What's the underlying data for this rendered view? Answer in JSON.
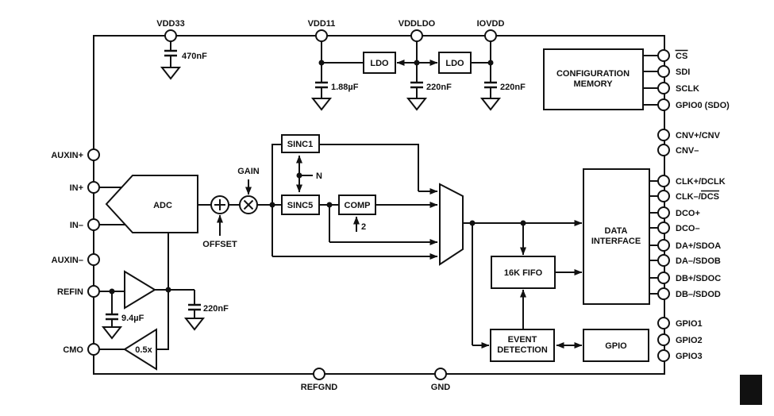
{
  "diagram": {
    "type": "functional-block-diagram",
    "description": "ADC signal chain block diagram with power, filters, FIFO and data interface"
  },
  "colors": {
    "ink": "#111111",
    "background": "#ffffff"
  },
  "pins": {
    "top": [
      "VDD33",
      "VDD11",
      "VDDLDO",
      "IOVDD"
    ],
    "left": [
      "AUXIN+",
      "IN+",
      "IN–",
      "AUXIN–",
      "REFIN",
      "CMO"
    ],
    "bottom": [
      "REFGND",
      "GND"
    ],
    "right": [
      {
        "label": "",
        "overline": "CS"
      },
      {
        "label": "SDI",
        "overline": ""
      },
      {
        "label": "SCLK",
        "overline": ""
      },
      {
        "label": "GPIO0 (SDO)",
        "overline": ""
      },
      {
        "label": "CNV+/CNV",
        "overline": ""
      },
      {
        "label": "CNV–",
        "overline": ""
      },
      {
        "label": "CLK+/DCLK",
        "overline": ""
      },
      {
        "label": "CLK–/",
        "overline": "DCS"
      },
      {
        "label": "DCO+",
        "overline": ""
      },
      {
        "label": "DCO–",
        "overline": ""
      },
      {
        "label": "DA+/SDOA",
        "overline": ""
      },
      {
        "label": "DA–/SDOB",
        "overline": ""
      },
      {
        "label": "DB+/SDOC",
        "overline": ""
      },
      {
        "label": "DB–/SDOD",
        "overline": ""
      },
      {
        "label": "GPIO1",
        "overline": ""
      },
      {
        "label": "GPIO2",
        "overline": ""
      },
      {
        "label": "GPIO3",
        "overline": ""
      }
    ]
  },
  "blocks": {
    "adc": "ADC",
    "sinc1": "SINC1",
    "sinc5": "SINC5",
    "comp": "COMP",
    "ldo_left": "LDO",
    "ldo_right": "LDO",
    "config_memory_line1": "CONFIGURATION",
    "config_memory_line2": "MEMORY",
    "data_interface_line1": "DATA",
    "data_interface_line2": "INTERFACE",
    "fifo": "16K FIFO",
    "event_detection_line1": "EVENT",
    "event_detection_line2": "DETECTION",
    "gpio": "GPIO",
    "half_gain_buffer": "0.5x"
  },
  "annotations": {
    "gain": "GAIN",
    "offset": "OFFSET",
    "decimation": "N",
    "upsample": "2"
  },
  "capacitors": {
    "vdd33": "470nF",
    "vdd11": "1.88µF",
    "vddldo": "220nF",
    "iovdd": "220nF",
    "refin": "9.4µF",
    "ref_buffer": "220nF"
  }
}
